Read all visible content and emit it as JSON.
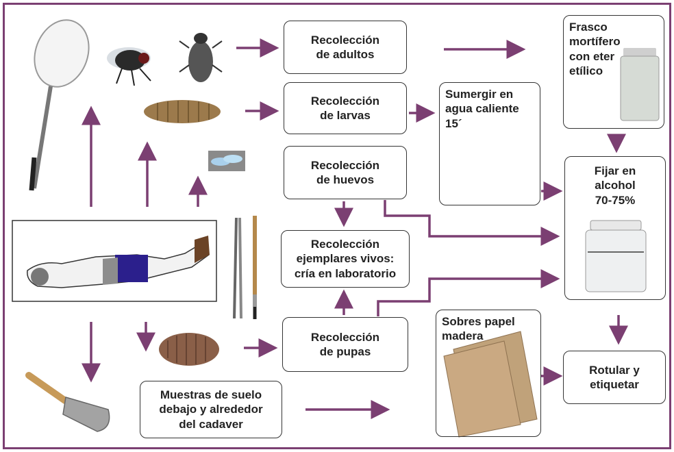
{
  "nodes": {
    "adultos": "Recolección\nde adultos",
    "larvas": "Recolección\nde larvas",
    "huevos": "Recolección\nde huevos",
    "vivos": "Recolección\nejemplares vivos:\ncría en laboratorio",
    "pupas": "Recolección\nde pupas",
    "suelo": "Muestras de suelo\ndebajo y alrededor\ndel cadaver",
    "sumergir": "Sumergir en\nagua caliente\n15´",
    "frasco": "Frasco\nmortífero\ncon eter\netílico",
    "fijar": "Fijar en\nalcohol\n70-75%",
    "sobres": "Sobres papel\nmadera",
    "rotular": "Rotular y\netiquetar"
  },
  "colors": {
    "arrow": "#7b3f72",
    "border": "#333333",
    "frame": "#7b3f72"
  },
  "icons": [
    "insect-net-icon",
    "fly-icon",
    "beetle-icon",
    "larva-icon",
    "eggs-icon",
    "body-icon",
    "tweezers-icon",
    "brush-icon",
    "pupa-icon",
    "trowel-icon",
    "kettle-icon",
    "beaker-icon",
    "jar-icon",
    "envelope-icon"
  ]
}
